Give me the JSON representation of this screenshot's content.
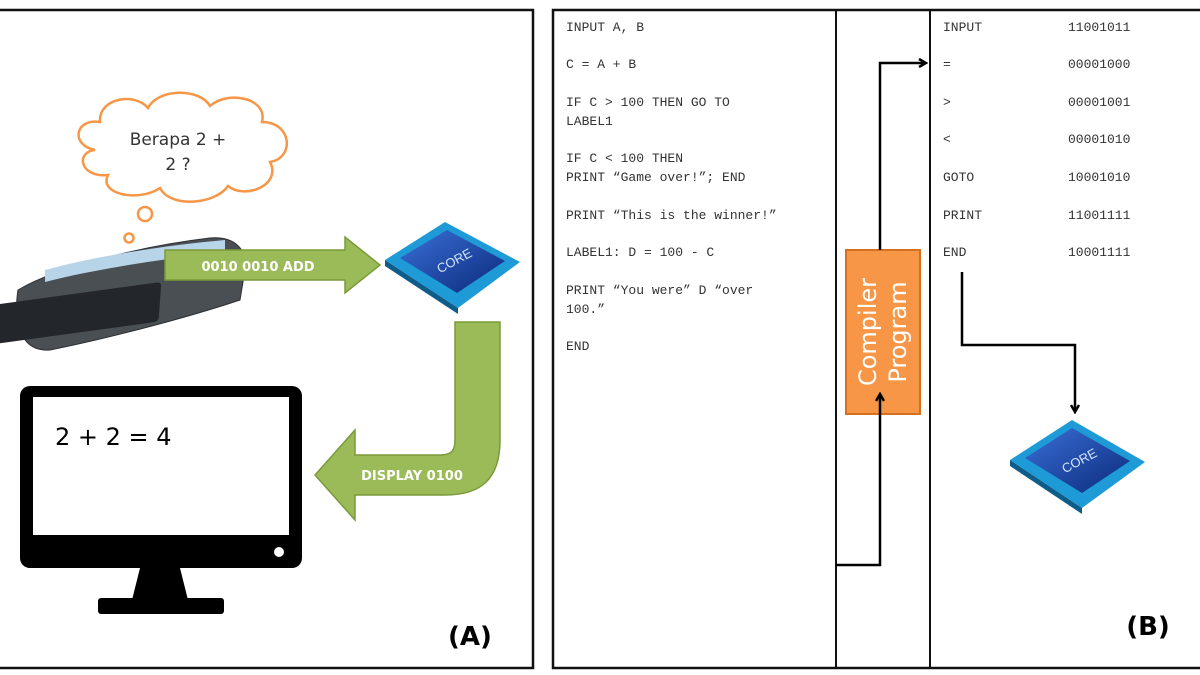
{
  "panel_a": {
    "label": "(A)",
    "thought_lines": [
      "Berapa 2 +",
      "2 ?"
    ],
    "input_arrow_label": "0010 0010 ADD",
    "output_arrow_label": "DISPLAY 0100",
    "screen_text": "2 + 2 = 4",
    "cpu_brand": "CORE",
    "colors": {
      "arrow": "#9bbb59",
      "cloud": "#f79646"
    }
  },
  "panel_b": {
    "label": "(B)",
    "source_code": [
      "INPUT A, B",
      "C = A + B",
      "IF C > 100 THEN GO TO",
      "LABEL1",
      "IF C < 100 THEN",
      "PRINT “Game over!”; END",
      "PRINT “This is the winner!”",
      "LABEL1: D = 100 - C",
      "PRINT “You were” D “over",
      "100.”",
      "END"
    ],
    "compiler_lines": [
      "Compiler",
      "Program"
    ],
    "machine_code": [
      {
        "token": "INPUT",
        "code": "11001011"
      },
      {
        "token": "=",
        "code": "00001000"
      },
      {
        "token": ">",
        "code": "00001001"
      },
      {
        "token": "<",
        "code": "00001010"
      },
      {
        "token": "GOTO",
        "code": "10001010"
      },
      {
        "token": "PRINT",
        "code": "11001111"
      },
      {
        "token": "END",
        "code": "10001111"
      }
    ],
    "cpu_brand": "CORE",
    "colors": {
      "compiler_box": "#f79646"
    }
  }
}
